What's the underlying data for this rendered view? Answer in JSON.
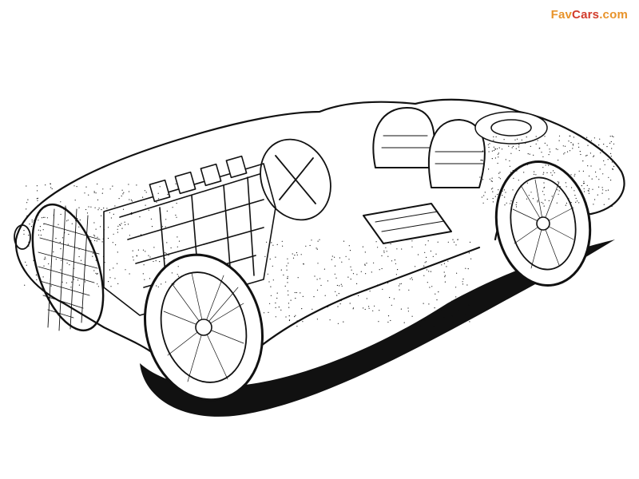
{
  "watermark": {
    "part1": "Fav",
    "part2": "Cars",
    "part3": ".com"
  },
  "colors": {
    "ink": "#111111",
    "paper": "#ffffff",
    "brand_orange": "#e8932a",
    "brand_red": "#d23b2b"
  }
}
